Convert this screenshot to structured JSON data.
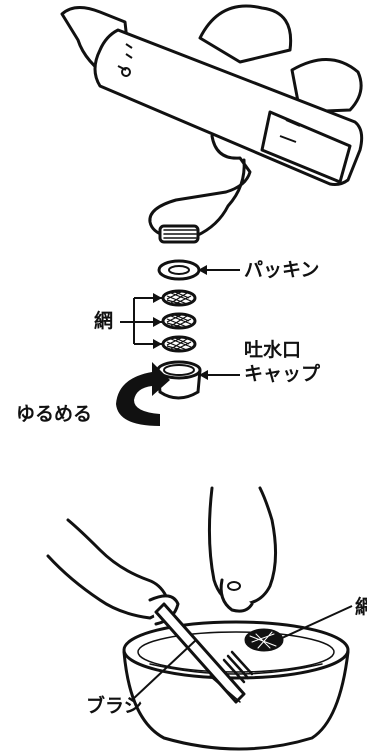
{
  "labels": {
    "packing": "パッキン",
    "mesh": "網",
    "spout_cap_line1": "吐水口",
    "spout_cap_line2": "キャップ",
    "loosen": "ゆるめる",
    "mesh_cut": "網",
    "brush": "ブラシ"
  },
  "colors": {
    "ink": "#111111",
    "arrow": "#111111",
    "background": "#ffffff"
  }
}
